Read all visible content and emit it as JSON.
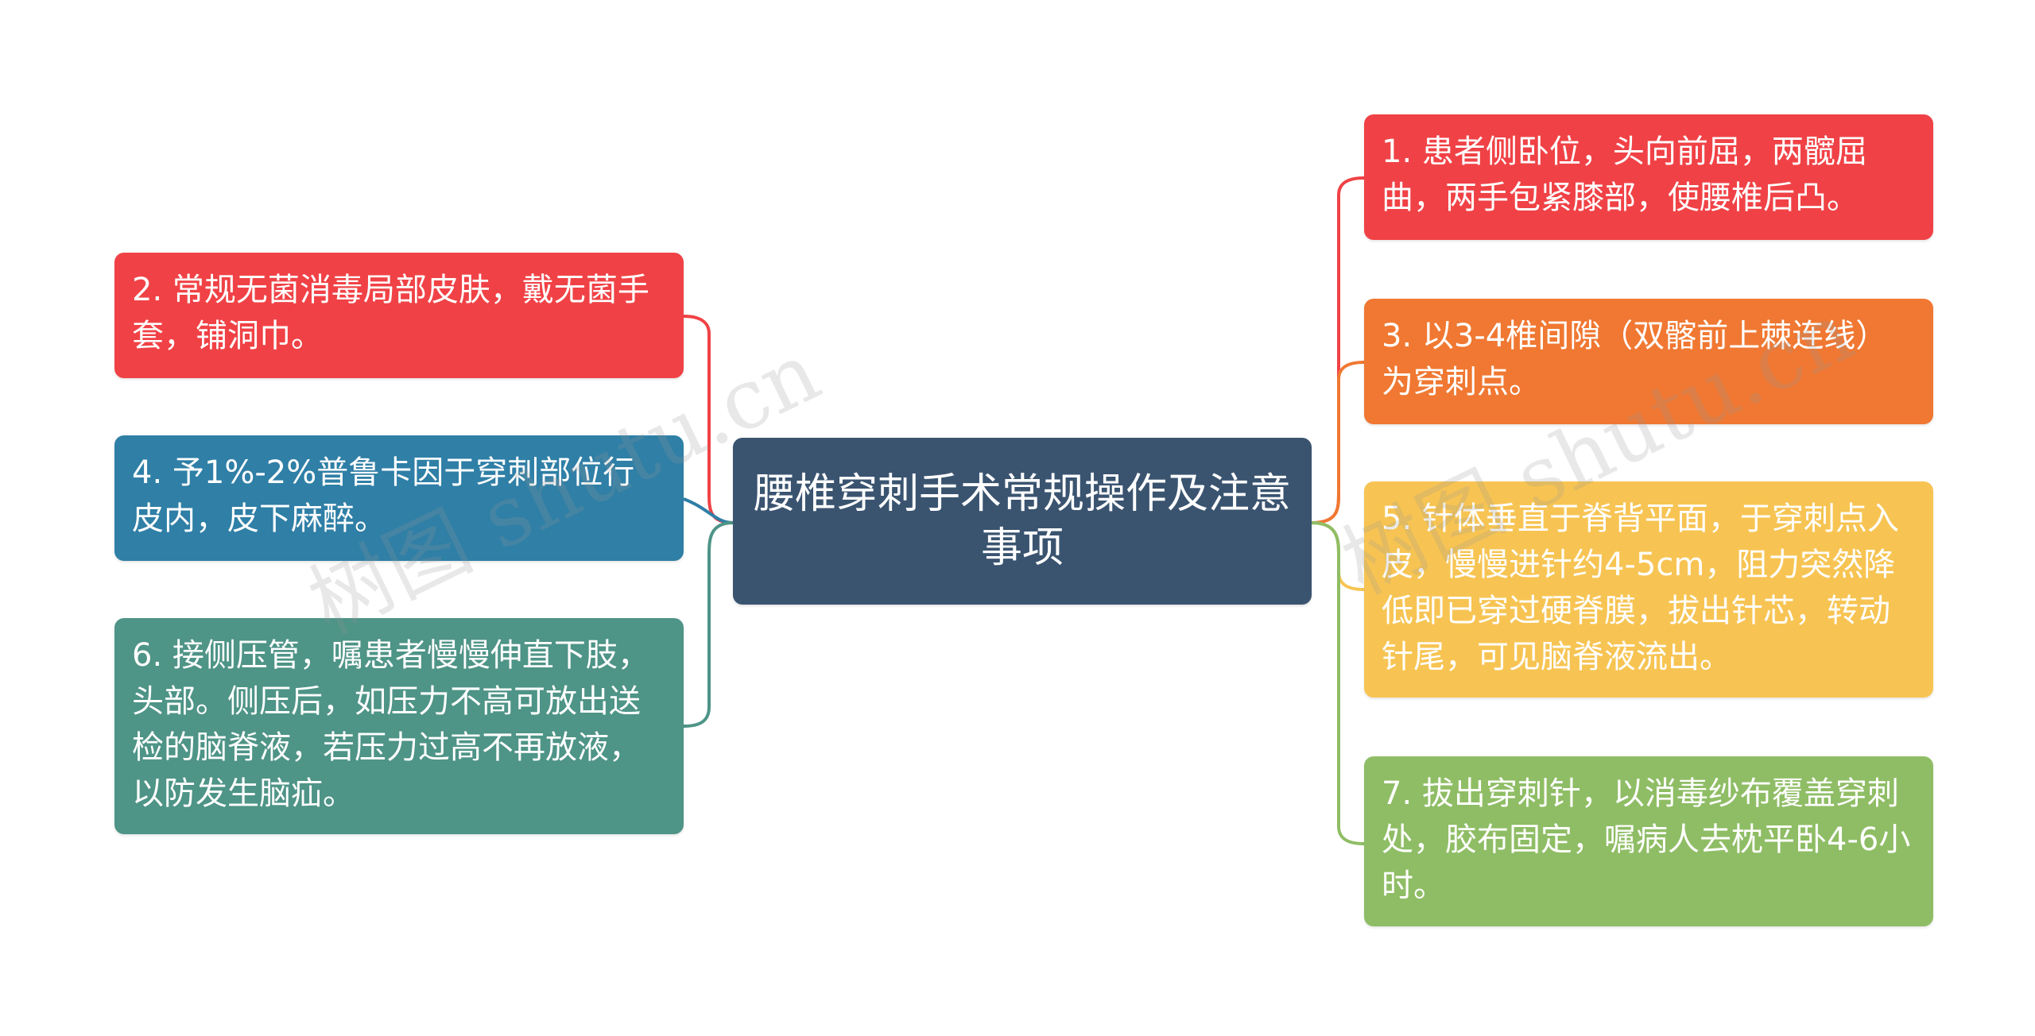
{
  "root": {
    "text": "腰椎穿刺手术常规操作及注意事项",
    "color": "#3a5470"
  },
  "steps": [
    {
      "text": "1. 患者侧卧位，头向前屈，两髋屈曲，两手包紧膝部，使腰椎后凸。",
      "color": "#f04246"
    },
    {
      "text": "2. 常规无菌消毒局部皮肤，戴无菌手套，铺洞巾。",
      "color": "#f04246"
    },
    {
      "text": "3. 以3-4椎间隙（双髂前上棘连线）为穿刺点。",
      "color": "#f07832"
    },
    {
      "text": "4. 予1%-2%普鲁卡因于穿刺部位行皮内，皮下麻醉。",
      "color": "#2f7fa6"
    },
    {
      "text": "5. 针体垂直于脊背平面，于穿刺点入皮，慢慢进针约4-5cm，阻力突然降低即已穿过硬脊膜，拔出针芯，转动针尾，可见脑脊液流出。",
      "color": "#f7c453"
    },
    {
      "text": "6. 接侧压管，嘱患者慢慢伸直下肢，头部。侧压后，如压力不高可放出送检的脑脊液，若压力过高不再放液，以防发生脑疝。",
      "color": "#4e9487"
    },
    {
      "text": "7. 拔出穿刺针，以消毒纱布覆盖穿刺处，胶布固定，嘱病人去枕平卧4-6小时。",
      "color": "#8fbd65"
    }
  ],
  "watermarks": [
    "树图 shutu.cn",
    "树图 shutu.cn"
  ]
}
